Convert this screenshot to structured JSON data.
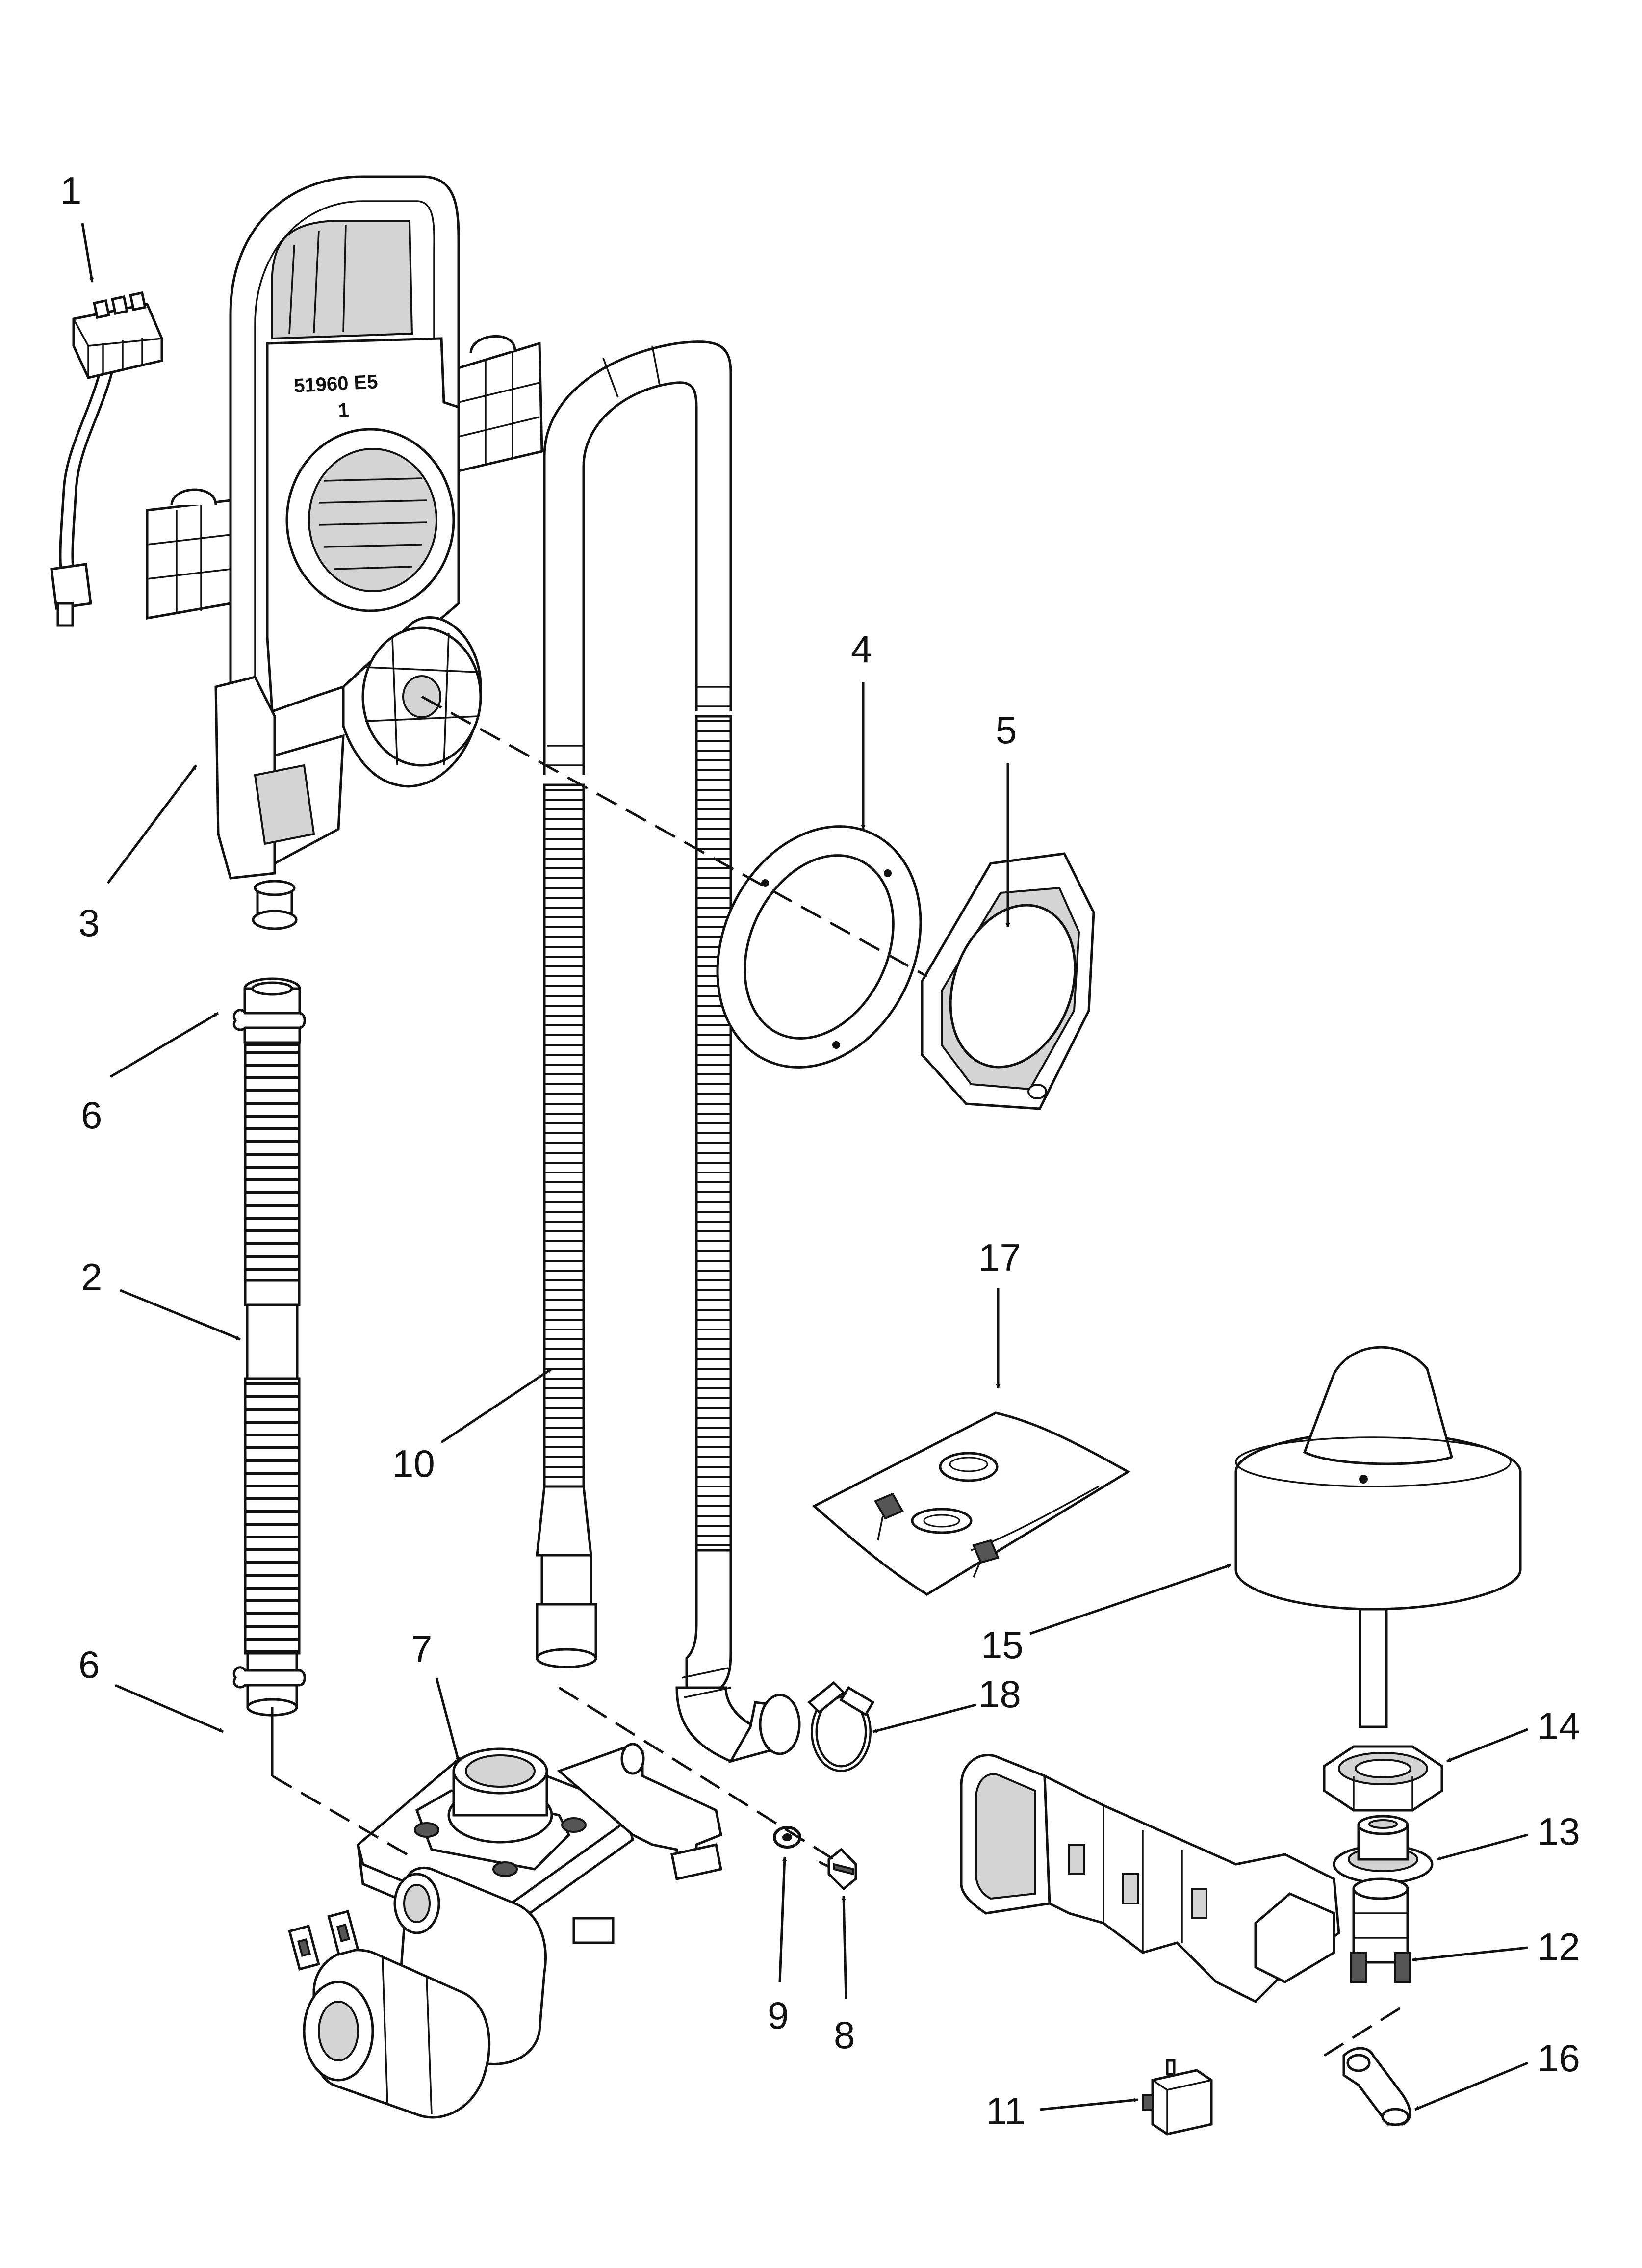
{
  "casting_text": {
    "line1": "51960 E5",
    "line2": "1"
  },
  "callouts": [
    {
      "id": "c1",
      "label": "1"
    },
    {
      "id": "c3",
      "label": "3"
    },
    {
      "id": "c4",
      "label": "4"
    },
    {
      "id": "c5",
      "label": "5"
    },
    {
      "id": "c6a",
      "label": "6"
    },
    {
      "id": "c2",
      "label": "2"
    },
    {
      "id": "c10",
      "label": "10"
    },
    {
      "id": "c17",
      "label": "17"
    },
    {
      "id": "c15",
      "label": "15"
    },
    {
      "id": "c6b",
      "label": "6"
    },
    {
      "id": "c7",
      "label": "7"
    },
    {
      "id": "c18",
      "label": "18"
    },
    {
      "id": "c14",
      "label": "14"
    },
    {
      "id": "c13",
      "label": "13"
    },
    {
      "id": "c12",
      "label": "12"
    },
    {
      "id": "c9",
      "label": "9"
    },
    {
      "id": "c8",
      "label": "8"
    },
    {
      "id": "c11",
      "label": "11"
    },
    {
      "id": "c16",
      "label": "16"
    }
  ]
}
